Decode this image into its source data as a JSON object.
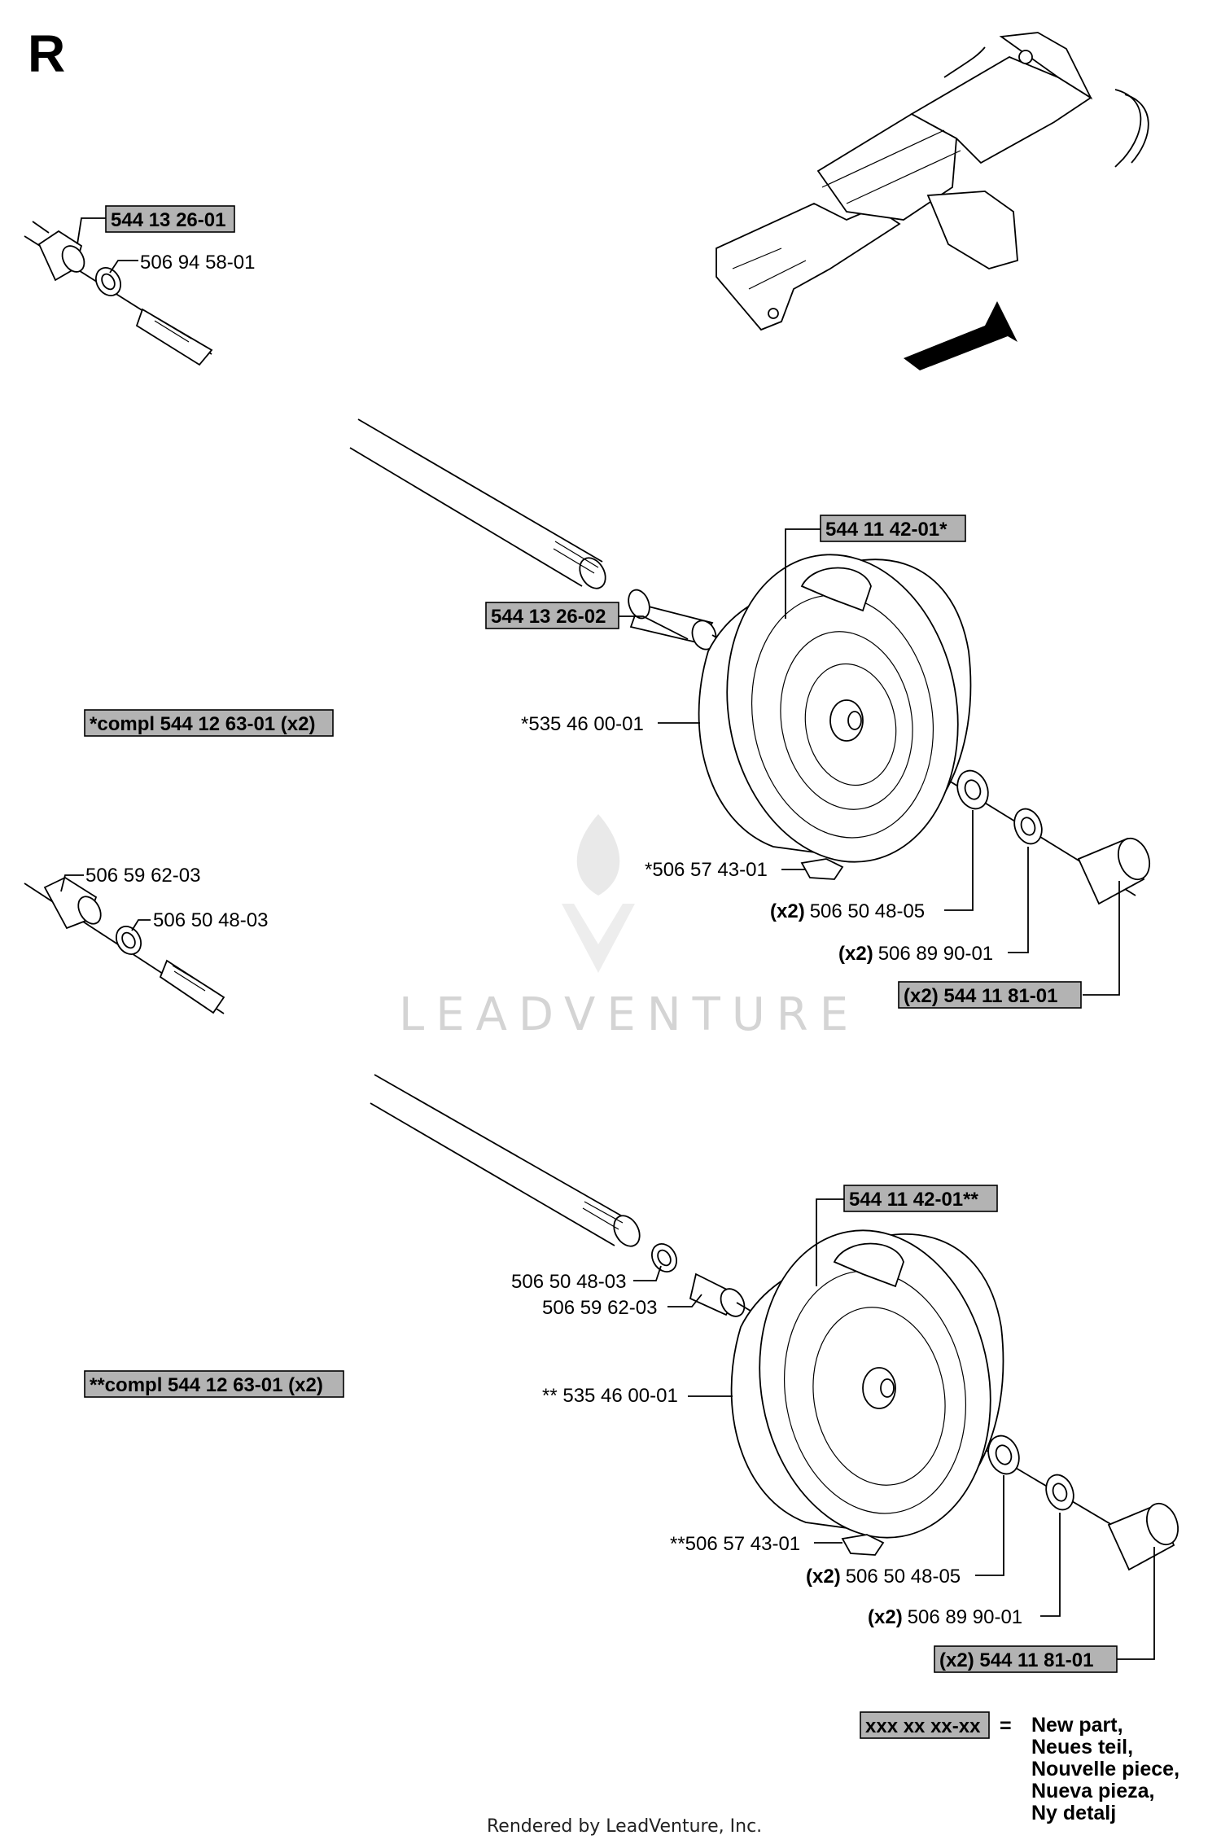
{
  "section_letter": "R",
  "watermark": "LEADVENTURE",
  "footer": "Rendered by LeadVenture, Inc.",
  "labels": {
    "top_spacer": "544 13 26-01",
    "top_washer": "506 94 58-01",
    "wheel1_rim": "544 11 42-01*",
    "wheel1_spacer": "544 13 26-02",
    "wheel1_kit": "*compl 544 12 63-01 (x2)",
    "wheel1_tire": "*535 46 00-01",
    "wheel1_valve": "*506 57 43-01",
    "wheel1_washer_qty": "(x2)",
    "wheel1_washer": "506 50 48-05",
    "wheel1_clip_qty": "(x2)",
    "wheel1_clip": "506 89 90-01",
    "wheel1_cap": "(x2) 544 11 81-01",
    "mid_spacer": "506 59 62-03",
    "mid_washer": "506 50 48-03",
    "wheel2_rim": "544 11 42-01**",
    "wheel2_washer_a": "506 50 48-03",
    "wheel2_spacer": "506 59 62-03",
    "wheel2_kit": "**compl 544 12 63-01 (x2)",
    "wheel2_tire": "** 535 46 00-01",
    "wheel2_valve": "**506 57 43-01",
    "wheel2_washer_qty": "(x2)",
    "wheel2_washer": "506 50 48-05",
    "wheel2_clip_qty": "(x2)",
    "wheel2_clip": "506 89 90-01",
    "wheel2_cap": "(x2) 544 11 81-01"
  },
  "legend": {
    "box_text": "xxx xx xx-xx",
    "equals": "=",
    "lines": [
      "New part,",
      "Neues teil,",
      "Nouvelle piece,",
      "Nueva pieza,",
      "Ny detalj"
    ]
  }
}
